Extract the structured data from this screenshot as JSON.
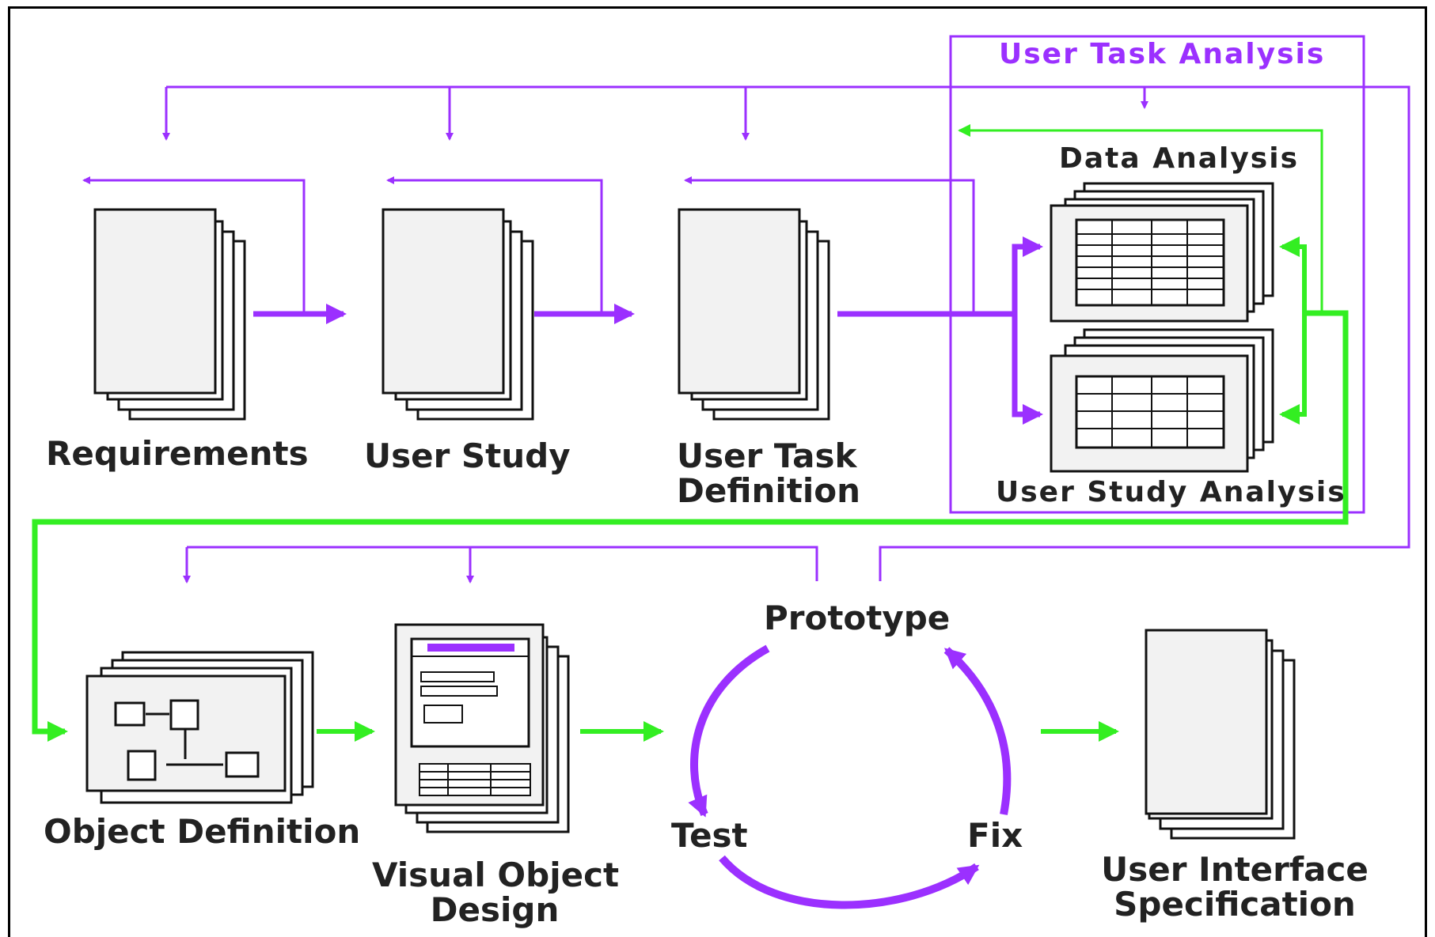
{
  "colors": {
    "purple": "#9b30ff",
    "green": "#33ee22",
    "paper": "#f2f2f2",
    "outline": "#111111"
  },
  "labels": {
    "requirements": "Requirements",
    "user_study": "User Study",
    "user_task_def_line1": "User Task",
    "user_task_def_line2": "Definition",
    "user_task_analysis": "User  Task  Analysis",
    "data_analysis": "Data  Analysis",
    "user_study_analysis": "User  Study  Analysis",
    "object_definition": "Object Definition",
    "visual_object_design_line1": "Visual Object",
    "visual_object_design_line2": "Design",
    "prototype": "Prototype",
    "test": "Test",
    "fix": "Fix",
    "ui_spec_line1": "User Interface",
    "ui_spec_line2": "Specification"
  }
}
